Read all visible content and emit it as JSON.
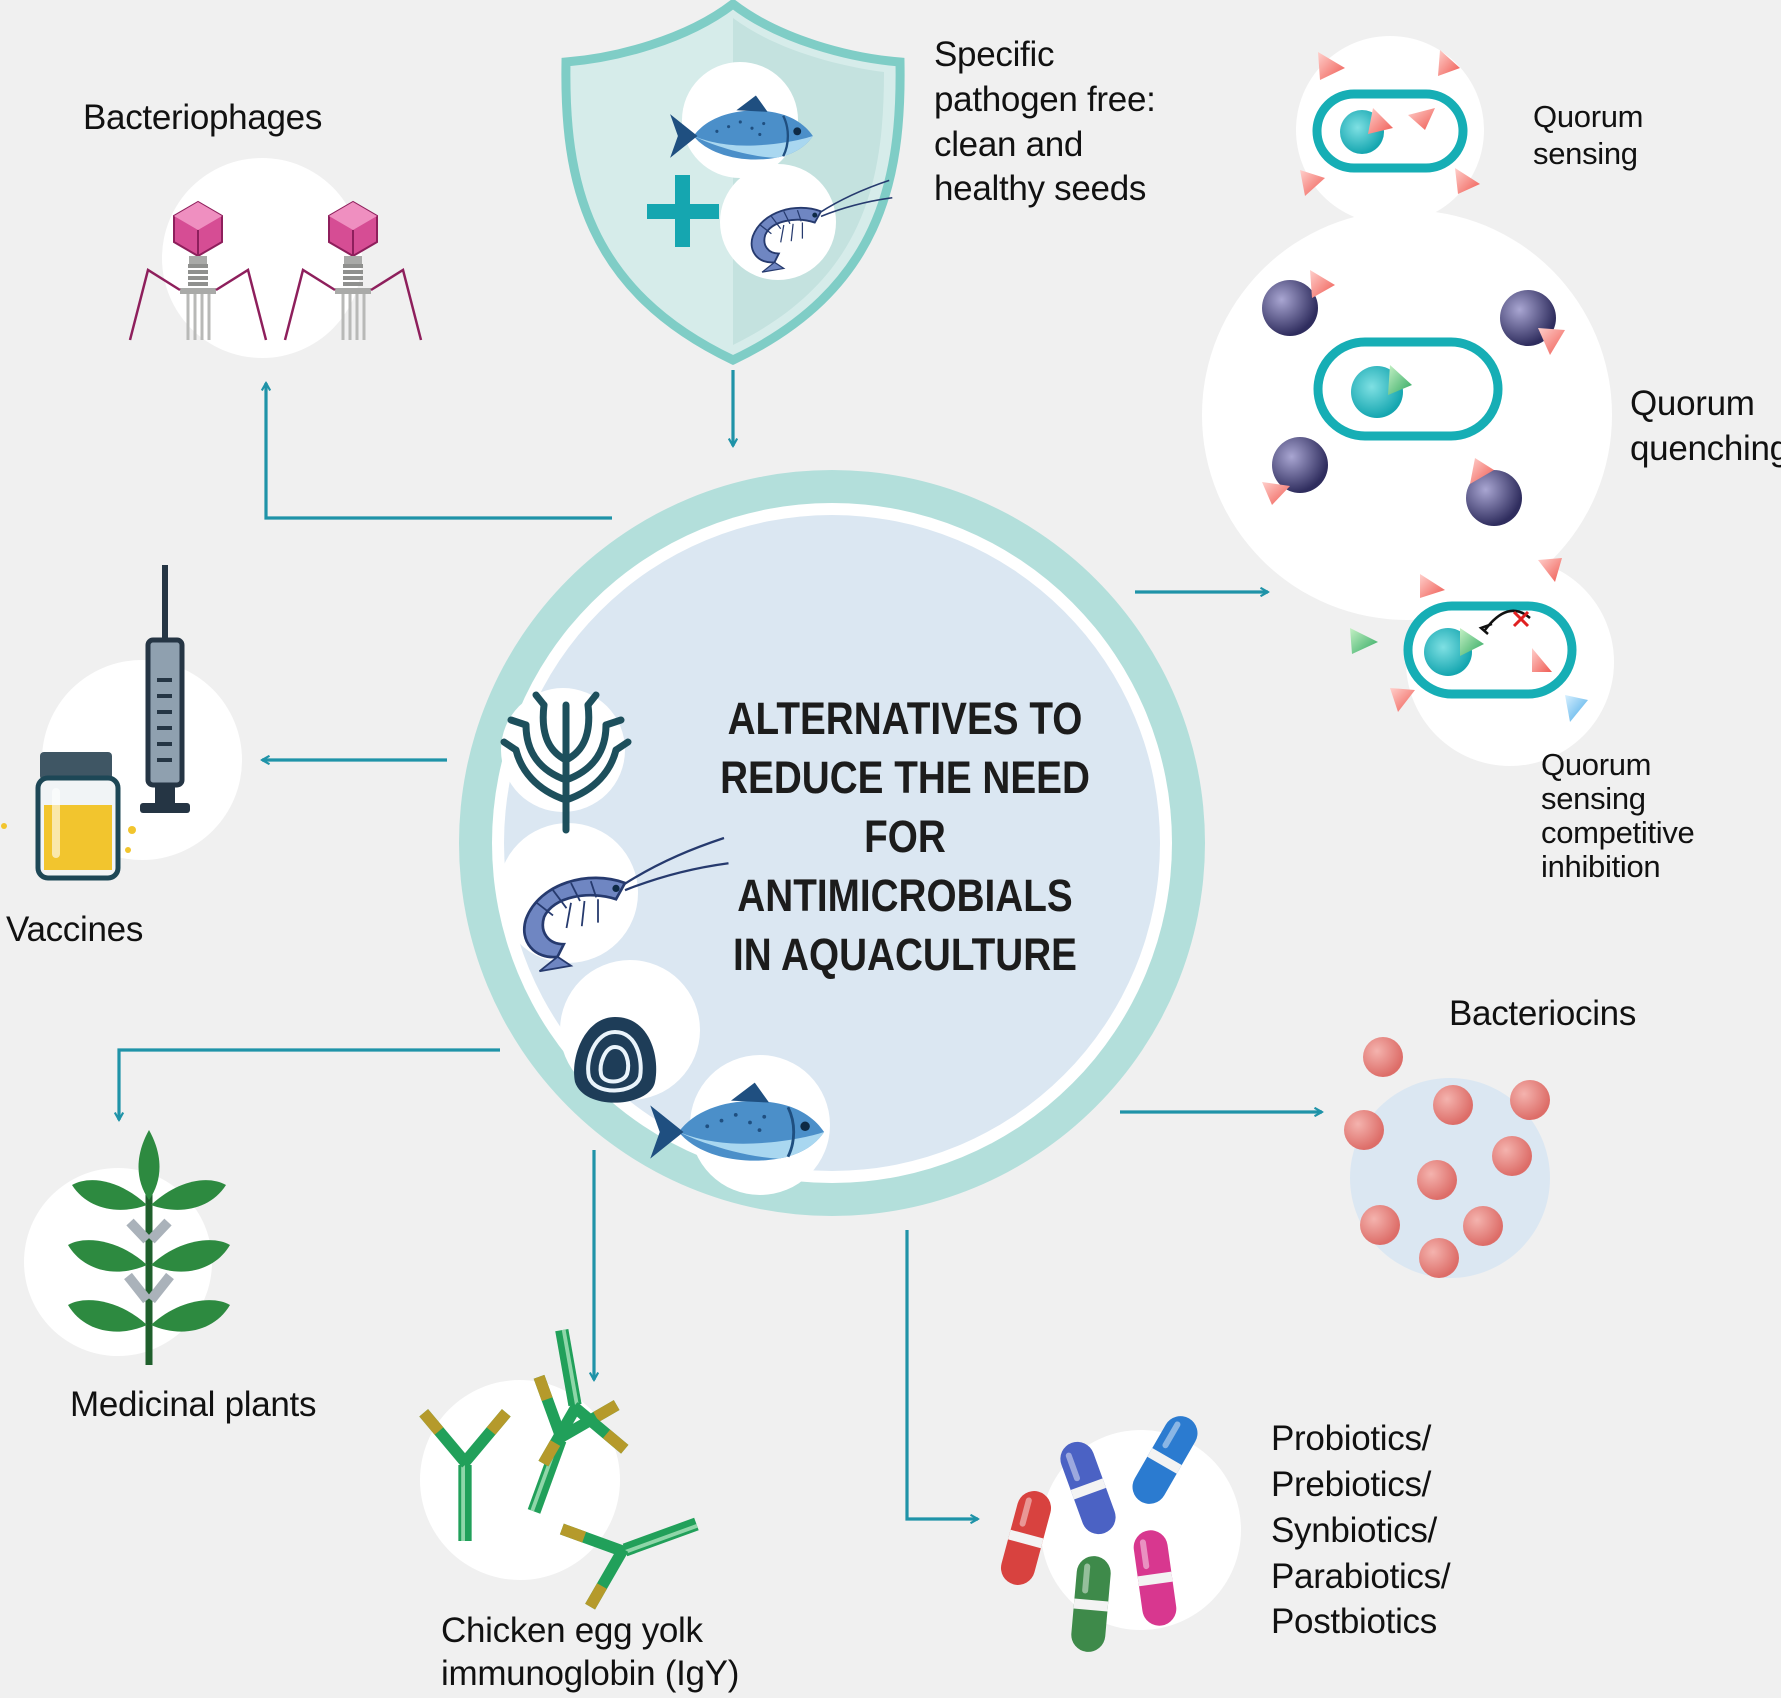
{
  "title_lines": [
    "ALTERNATIVES TO",
    "REDUCE THE NEED",
    "FOR ANTIMICROBIALS",
    "IN AQUACULTURE"
  ],
  "nodes": {
    "bacteriophages": "Bacteriophages",
    "spf_lines": [
      "Specific",
      "pathogen free:",
      "clean and",
      "healthy seeds"
    ],
    "quorum_sensing_lines": [
      "Quorum",
      "sensing"
    ],
    "quorum_quenching_lines": [
      "Quorum",
      "quenching"
    ],
    "qs_competitive_lines": [
      "Quorum",
      "sensing",
      "competitive",
      "inhibition"
    ],
    "vaccines": "Vaccines",
    "bacteriocins": "Bacteriocins",
    "medicinal_plants": "Medicinal plants",
    "igy_lines": [
      "Chicken egg yolk",
      "immunoglobin (IgY)"
    ],
    "biotics_lines": [
      "Probiotics/",
      "Prebiotics/",
      "Synbiotics/",
      "Parabiotics/",
      "Postbiotics"
    ]
  },
  "colors": {
    "background": "#f0f0f0",
    "arrow": "#1f93a8",
    "teal_ring": "#b3dfdb",
    "center_fill": "#dbe7f2",
    "shield": "#7fcdc6",
    "bacterium_outline": "#16aeb5",
    "signal_red": "#f26a63",
    "quencher_navy": "#3c3a6b",
    "bacteriocin_dot": "#e9827d",
    "phage_head": "#d64d94",
    "antibody_green": "#21a05a",
    "antibody_gold": "#b59a2b",
    "plant_green": "#2d8a40",
    "fish_blue": "#4b8fc9",
    "shrimp_blue": "#6f86c2"
  },
  "icons": [
    "shield-icon",
    "fish-icon",
    "shrimp-icon",
    "plus-icon",
    "bacteriophage-icon",
    "syringe-icon",
    "vial-icon",
    "bacterium-icon",
    "seaweed-icon",
    "oyster-icon",
    "plant-icon",
    "antibody-icon",
    "capsule-icon",
    "bacteriocin-dot-icon"
  ]
}
